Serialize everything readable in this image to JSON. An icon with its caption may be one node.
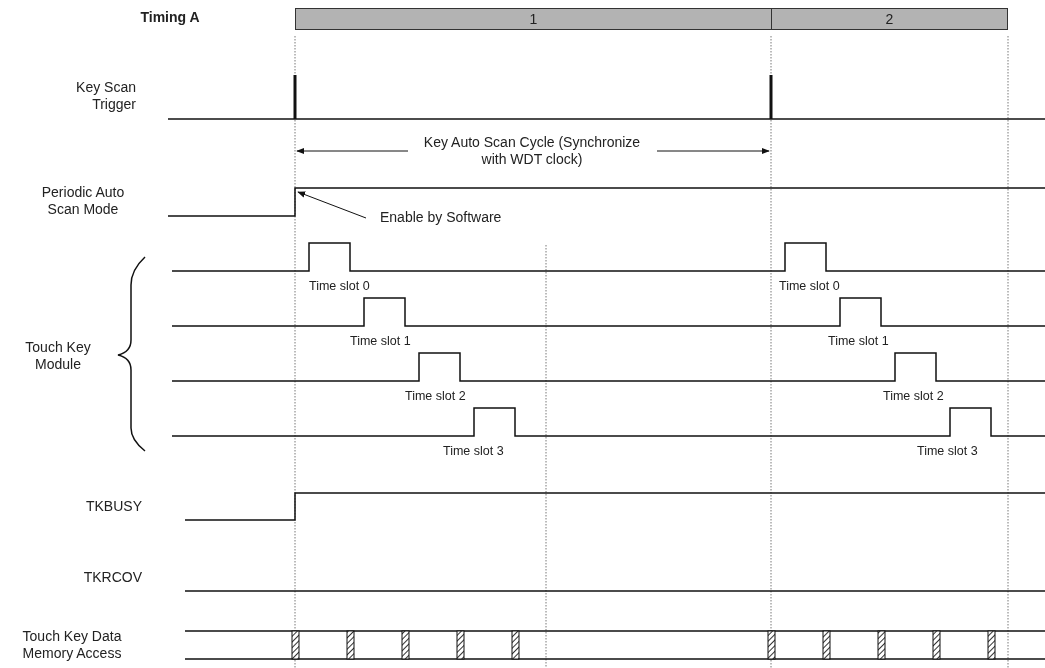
{
  "diagram": {
    "nodes": [
      {
        "text": [
          "Enable by Software"
        ]
      },
      {
        "text": [],
        "shape": "line"
      }
    ],
    "edges": [
      {
        "from": 0,
        "to": 1,
        "arrow": "to"
      }
    ],
    "labels": [
      "Timing A",
      "1",
      "2",
      "Key Scan Trigger",
      "Key Auto Scan Cycle (Synchronize with WDT clock)",
      "Periodic Auto Scan Mode",
      "Time slot 0",
      "Time slot 0",
      "Touch Key Module",
      "Time slot 1",
      "Time slot 1",
      "Time slot 2",
      "Time slot 2",
      "Time slot 3",
      "Time slot 3",
      "TKBUSY",
      "TKRCOV",
      "Touch Key Data Memory Access"
    ]
  }
}
